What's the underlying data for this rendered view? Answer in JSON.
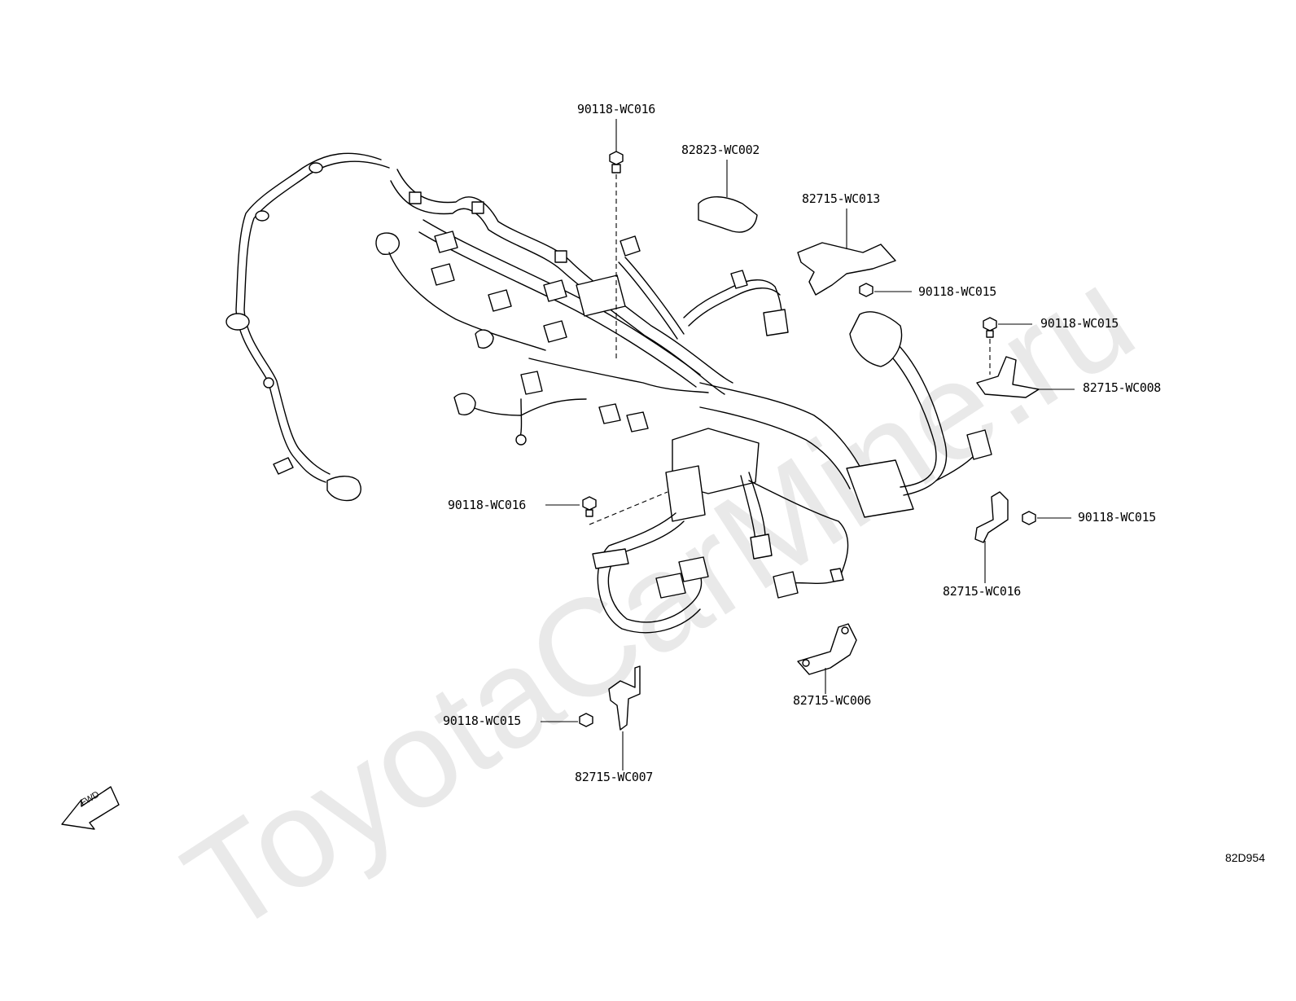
{
  "watermark": "ToyotaCarMine.ru",
  "figure_code": "82D954",
  "direction_badge": "FWD",
  "parts": [
    {
      "part_number": "90118-WC016",
      "kind": "bolt"
    },
    {
      "part_number": "82823-WC002",
      "kind": "cover"
    },
    {
      "part_number": "82715-WC013",
      "kind": "bracket"
    },
    {
      "part_number": "90118-WC015",
      "kind": "bolt"
    },
    {
      "part_number": "90118-WC015",
      "kind": "bolt"
    },
    {
      "part_number": "82715-WC008",
      "kind": "bracket"
    },
    {
      "part_number": "90118-WC016",
      "kind": "bolt"
    },
    {
      "part_number": "90118-WC015",
      "kind": "bolt"
    },
    {
      "part_number": "82715-WC016",
      "kind": "bracket"
    },
    {
      "part_number": "82715-WC006",
      "kind": "bracket"
    },
    {
      "part_number": "90118-WC015",
      "kind": "bolt"
    },
    {
      "part_number": "82715-WC007",
      "kind": "bracket"
    }
  ]
}
